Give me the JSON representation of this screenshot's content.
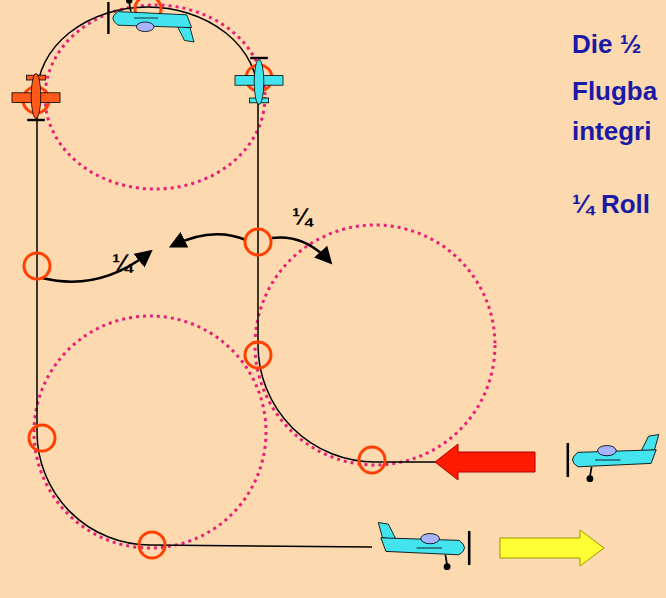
{
  "diagram": {
    "labels": [
      "Die ½",
      "Flugba",
      "integri",
      "¼ Roll",
      "¼",
      "¼"
    ]
  }
}
